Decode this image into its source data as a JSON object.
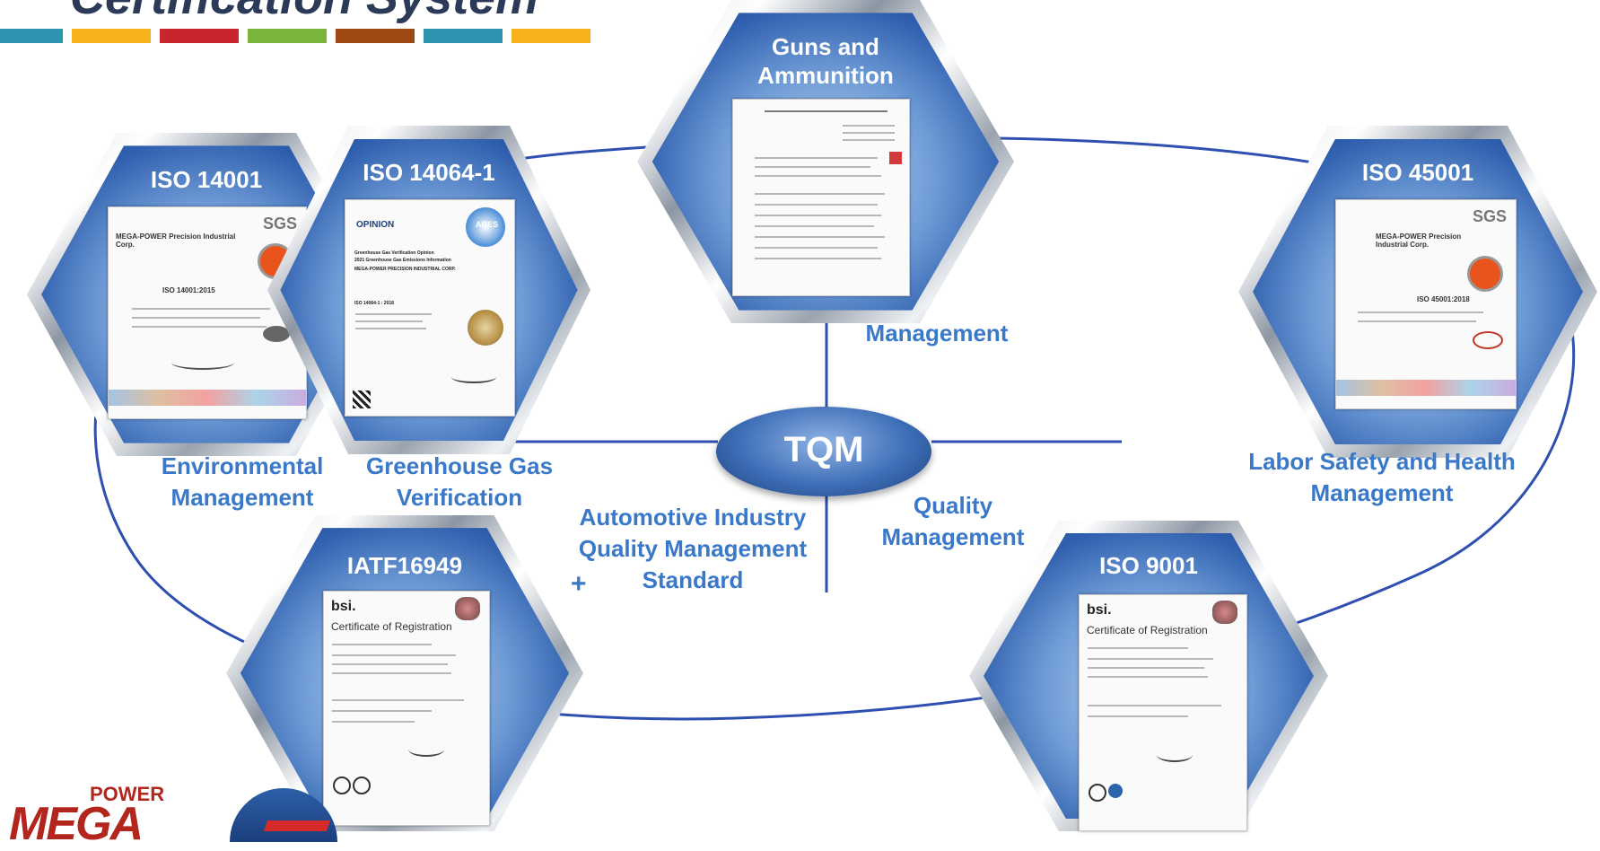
{
  "header": {
    "title": "Certification System",
    "color_bars": [
      "#2e95b1",
      "#f5b21a",
      "#c8262c",
      "#7ab43c",
      "#9c4a12",
      "#2e95b1",
      "#f5b21a"
    ]
  },
  "center": {
    "label": "TQM"
  },
  "certificates": [
    {
      "title": "ISO 14001",
      "caption": [
        "Environmental",
        "Management"
      ],
      "issuer": "SGS",
      "company": "MEGA-POWER Precision Industrial Corp.",
      "standard": "ISO 14001:2015"
    },
    {
      "title": "ISO 14064-1",
      "caption": [
        "Greenhouse Gas",
        "Verification"
      ],
      "heading": "OPINION",
      "issuer": "ARES",
      "doc_title": "Greenhouse Gas Verification Opinion",
      "doc_subtitle": "2021 Greenhouse Gas Emissions Information",
      "company": "MEGA-POWER PRECISION INDUSTRIAL CORP.",
      "standard": "ISO 14064-1 : 2018"
    },
    {
      "title_lines": [
        "Guns and",
        "Ammunition"
      ],
      "caption": [
        "Management"
      ]
    },
    {
      "title": "ISO 45001",
      "caption": [
        "Labor Safety and Health",
        "Management"
      ],
      "issuer": "SGS",
      "company": "MEGA-POWER Precision Industrial Corp.",
      "standard": "ISO 45001:2018"
    },
    {
      "title": "IATF16949",
      "caption": [
        "Automotive Industry",
        "Quality Management",
        "Standard"
      ],
      "issuer": "bsi.",
      "doc_title": "Certificate of Registration"
    },
    {
      "title": "ISO 9001",
      "caption": [
        "Quality",
        "Management"
      ],
      "issuer": "bsi.",
      "doc_title": "Certificate of Registration"
    }
  ],
  "logos": {
    "mega_top": "POWER",
    "mega_main": "MEGA"
  },
  "colors": {
    "accent_text": "#3a78c9",
    "connector": "#2d4fb0",
    "hex_center": "#6e9bd6",
    "hex_edge": "#1c3f82"
  }
}
